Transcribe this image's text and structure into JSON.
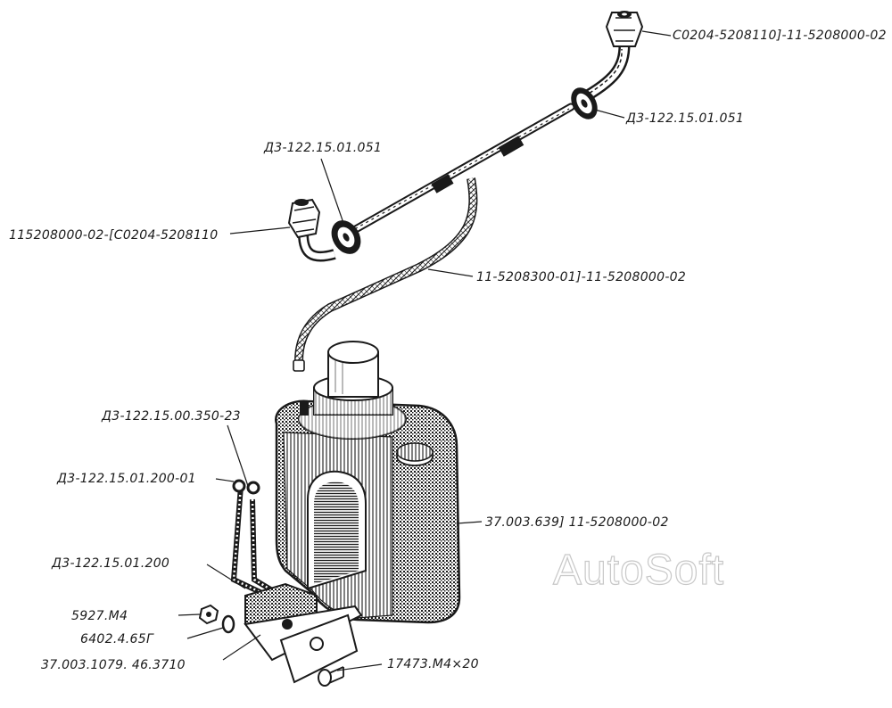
{
  "labels": {
    "fitting_top_right": "C0204-5208110]-11-5208000-02",
    "grommet_right": "Д3-122.15.01.051",
    "grommet_left": "Д3-122.15.01.051",
    "fitting_left": "115208000-02-[C0204-5208110",
    "tube": "11-5208300-01]-11-5208000-02",
    "terminal_350": "Д3-122.15.00.350-23",
    "wire_200_01": "Д3-122.15.01.200-01",
    "reservoir": "37.003.639] 11-5208000-02",
    "wire_200": "Д3-122.15.01.200",
    "nut": "5927.M4",
    "washer": "6402.4.65Г",
    "pump": "37.003.1079. 46.3710",
    "screw": "17473.M4×20"
  },
  "watermark": "AutoSoft",
  "colors": {
    "ink": "#1a1a1a",
    "paper": "#ffffff",
    "watermark_outline": "#c8c8c8"
  }
}
